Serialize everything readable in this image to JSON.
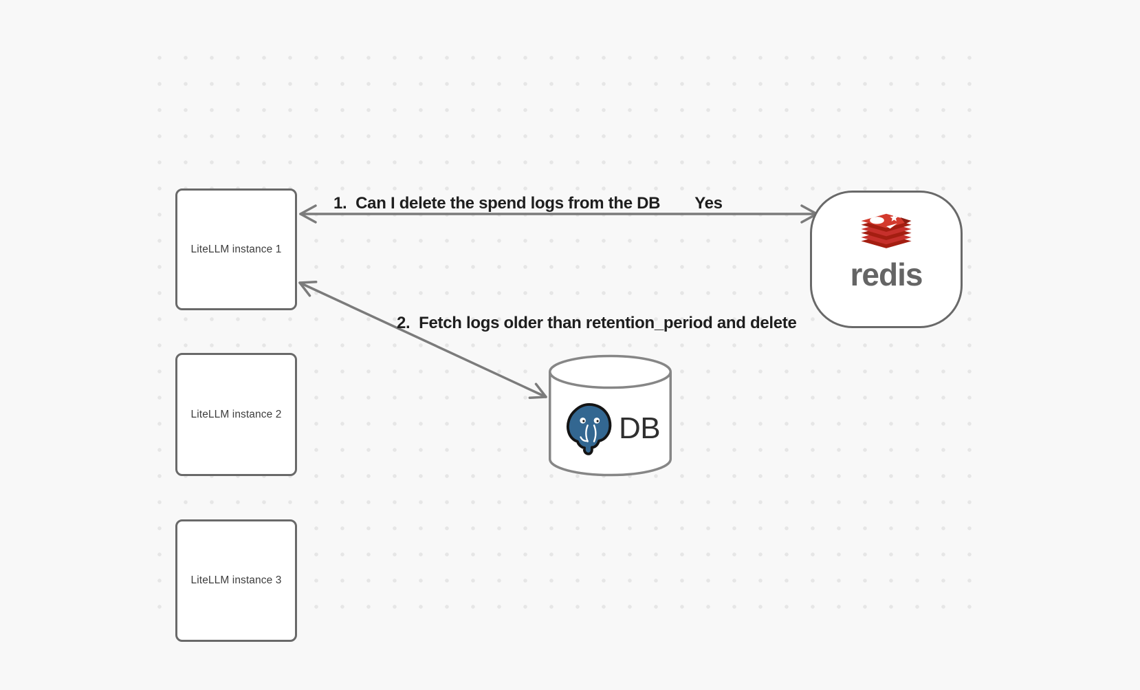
{
  "canvas": {
    "background_color": "#f8f8f8",
    "dot_color": "#e6e6e6",
    "shape_border_color": "#696969",
    "arrow_color": "#7b7b7b"
  },
  "nodes": {
    "instances": [
      {
        "label": "LiteLLM instance 1"
      },
      {
        "label": "LiteLLM instance 2"
      },
      {
        "label": "LiteLLM instance 3"
      }
    ],
    "redis": {
      "wordmark": "redis",
      "logo": "redis-stack-logo",
      "colors": {
        "red": "#c6302b",
        "dark_red": "#a41e11",
        "top_red": "#d33a2d",
        "wordmark_gray": "#656565"
      }
    },
    "db": {
      "label": "DB",
      "logo": "postgresql-elephant-logo",
      "colors": {
        "blue": "#336791"
      }
    }
  },
  "edges": {
    "edge1": {
      "question": "1.  Can I delete the spend logs from the DB",
      "answer": "Yes",
      "between": [
        "LiteLLM instance 1",
        "redis"
      ],
      "style": "double-headed-arrow"
    },
    "edge2": {
      "label": "2.  Fetch logs older than retention_period and delete",
      "between": [
        "LiteLLM instance 1",
        "DB"
      ],
      "style": "double-headed-arrow"
    }
  }
}
